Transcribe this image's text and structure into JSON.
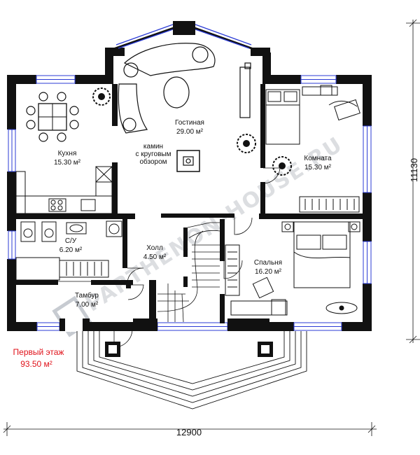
{
  "rooms": {
    "kitchen": {
      "name": "Кухня",
      "area": "15.30 м²"
    },
    "living": {
      "name": "Гостиная",
      "area": "29.00 м²"
    },
    "fireplace": {
      "line1": "камин",
      "line2": "с круговым",
      "line3": "обзором"
    },
    "room": {
      "name": "Комната",
      "area": "15.30 м²"
    },
    "bath": {
      "name": "С/У",
      "area": "6.20 м²"
    },
    "hall": {
      "name": "Холл",
      "area": "4.50 м²"
    },
    "bedroom": {
      "name": "Спальня",
      "area": "16.20 м²"
    },
    "vestibule": {
      "name": "Тамбур",
      "area": "7.00 м²"
    }
  },
  "floor": {
    "title": "Первый этаж",
    "area": "93.50 м²"
  },
  "dimensions": {
    "width": "12900",
    "height": "11130"
  },
  "watermark": {
    "text": "PARTHENON-HOUSE.RU"
  },
  "colors": {
    "wall": "#111111",
    "window": "#2b3bd6",
    "accent_text": "#e0121a",
    "watermark": "#bfc3c9"
  }
}
